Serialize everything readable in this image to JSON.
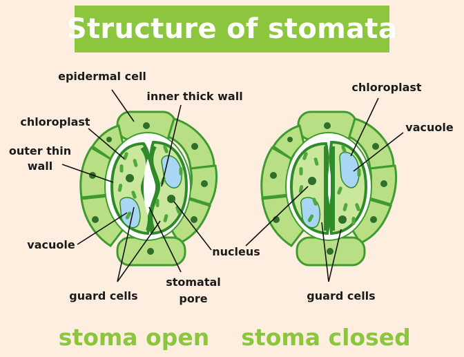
{
  "title": "Structure of stomata",
  "labels": {
    "epidermal_cell": "epidermal cell",
    "inner_thick_wall": "inner thick wall",
    "chloroplast_left": "chloroplast",
    "outer_thin_wall_1": "outer thin",
    "outer_thin_wall_2": "wall",
    "vacuole_left": "vacuole",
    "guard_cells_left": "guard cells",
    "stomatal_pore_1": "stomatal",
    "stomatal_pore_2": "pore",
    "nucleus": "nucleus",
    "chloroplast_right": "chloroplast",
    "vacuole_right": "vacuole",
    "guard_cells_right": "guard cells"
  },
  "captions": {
    "open": "stoma open",
    "closed": "stoma closed"
  },
  "colors": {
    "background": "#fdeee0",
    "title_bg": "#8cc63e",
    "caption": "#8cc63e",
    "cell_fill": "#b9df85",
    "cell_stroke": "#3f9a2f",
    "guard_fill": "#c9e89d",
    "guard_wall": "#2f8a2a",
    "vacuole": "#a9d6f5",
    "nucleus": "#2f6f2a"
  }
}
